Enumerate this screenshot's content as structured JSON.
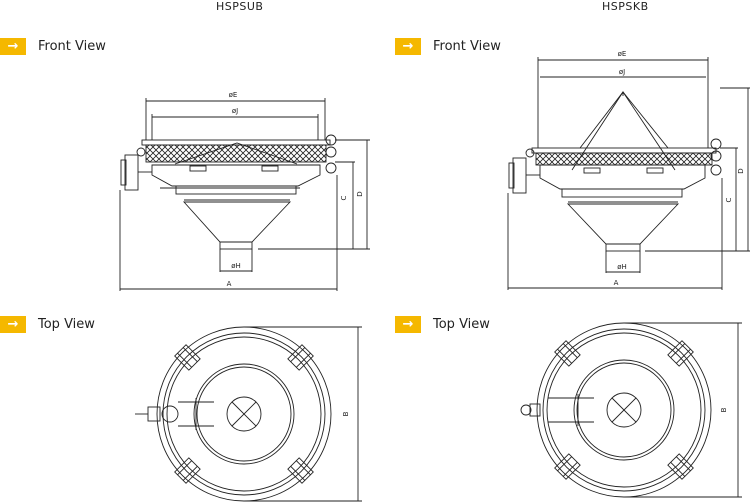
{
  "columns": [
    {
      "title": "HSPSUB",
      "front_label": "Front View",
      "top_label": "Top View",
      "arrow": "→"
    },
    {
      "title": "HSPSKB",
      "front_label": "Front View",
      "top_label": "Top View",
      "arrow": "→"
    }
  ],
  "dimensions": {
    "E": "øE",
    "J": "øJ",
    "H": "øH",
    "A": "A",
    "B": "B",
    "C": "C",
    "D": "D"
  },
  "colors": {
    "accent": "#f5b800",
    "line": "#222222"
  }
}
